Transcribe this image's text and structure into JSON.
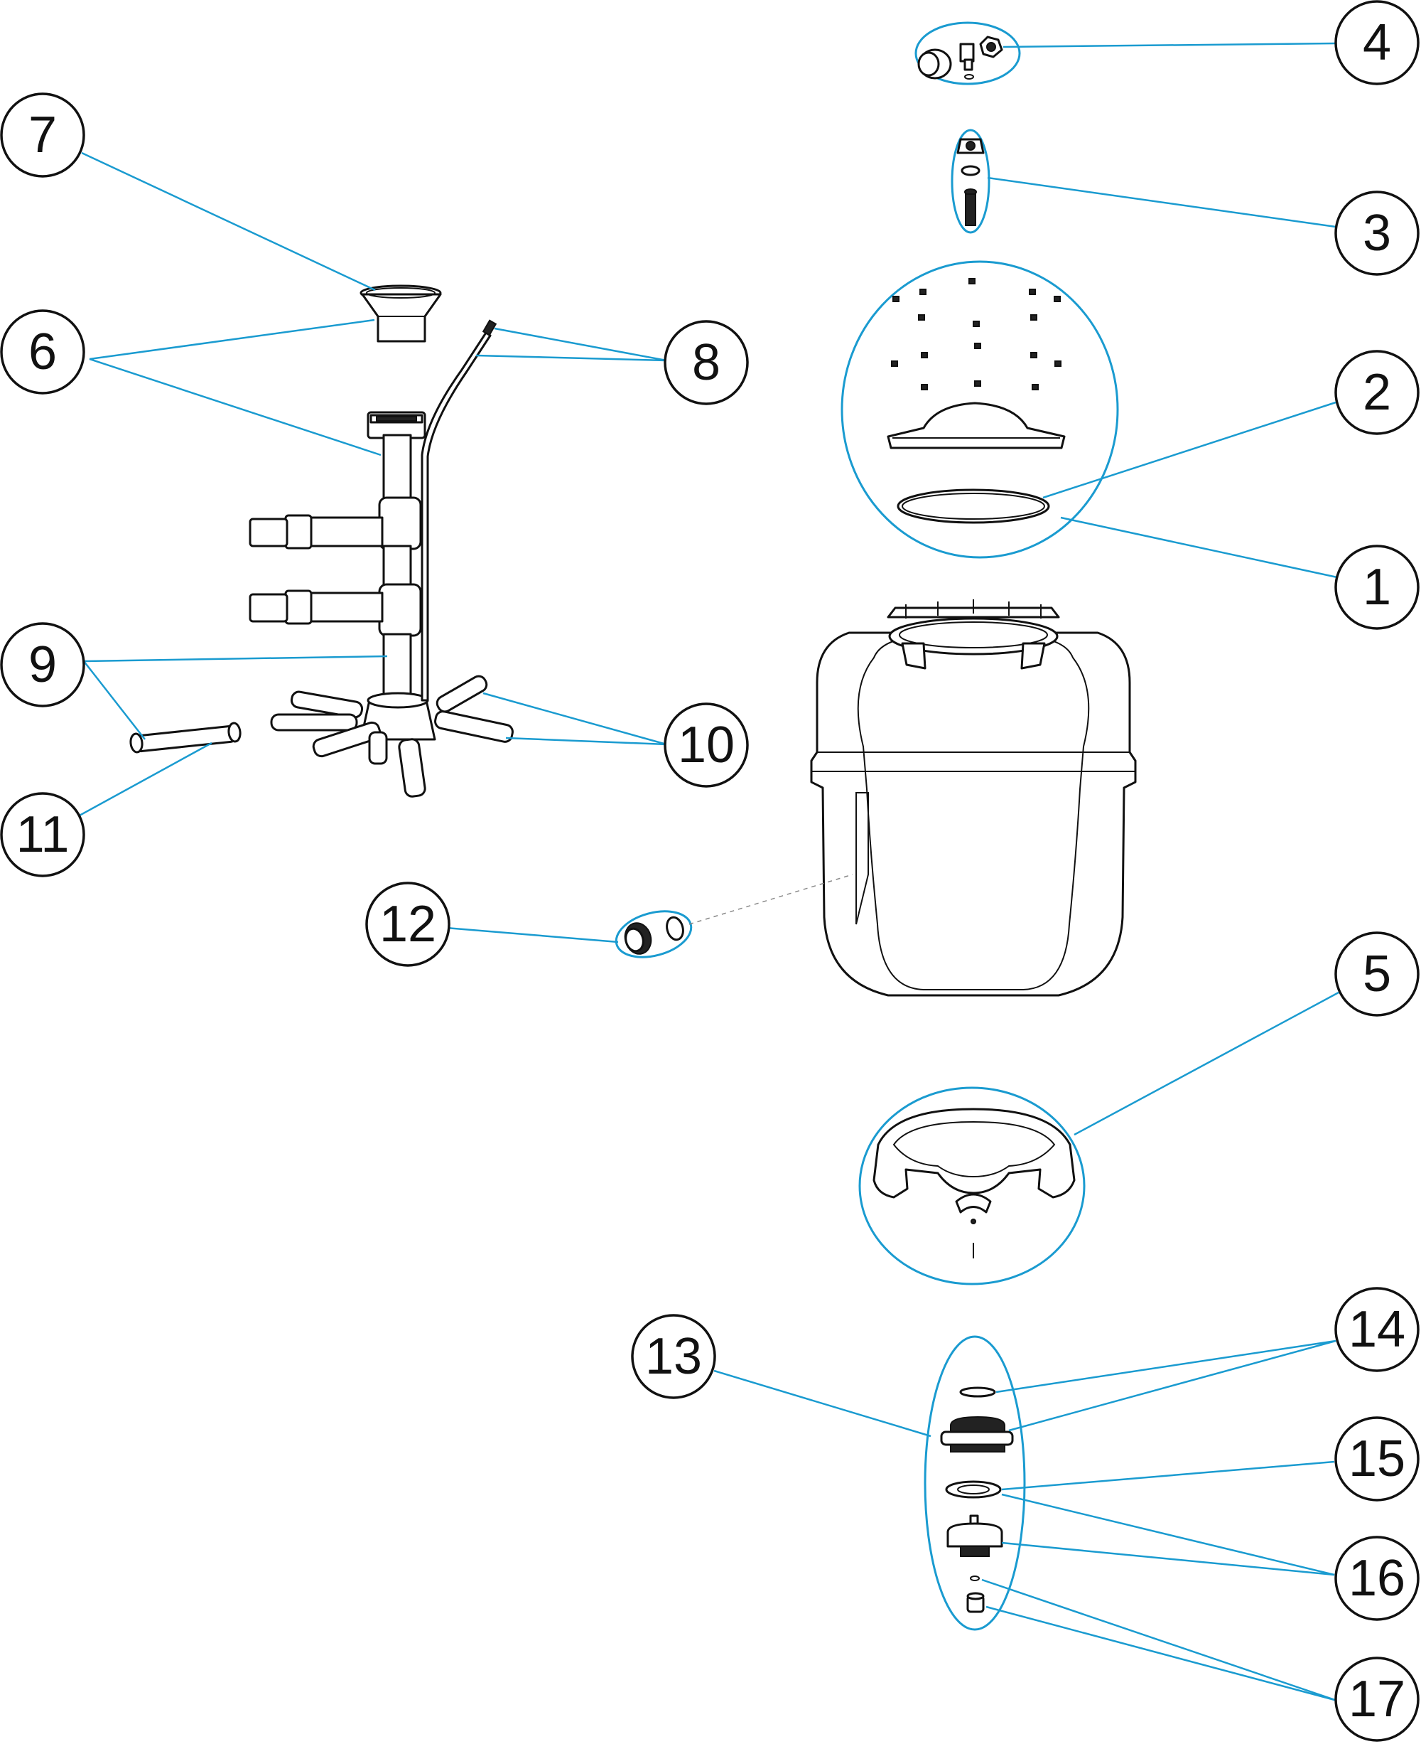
{
  "diagram": {
    "callouts": [
      {
        "id": "1",
        "label": "1"
      },
      {
        "id": "2",
        "label": "2"
      },
      {
        "id": "3",
        "label": "3"
      },
      {
        "id": "4",
        "label": "4"
      },
      {
        "id": "5",
        "label": "5"
      },
      {
        "id": "6",
        "label": "6"
      },
      {
        "id": "7",
        "label": "7"
      },
      {
        "id": "8",
        "label": "8"
      },
      {
        "id": "9",
        "label": "9"
      },
      {
        "id": "10",
        "label": "10"
      },
      {
        "id": "11",
        "label": "11"
      },
      {
        "id": "12",
        "label": "12"
      },
      {
        "id": "13",
        "label": "13"
      },
      {
        "id": "14",
        "label": "14"
      },
      {
        "id": "15",
        "label": "15"
      },
      {
        "id": "16",
        "label": "16"
      },
      {
        "id": "17",
        "label": "17"
      }
    ],
    "colors": {
      "leader_line": "#1a9bd0",
      "outline": "#111111"
    }
  }
}
